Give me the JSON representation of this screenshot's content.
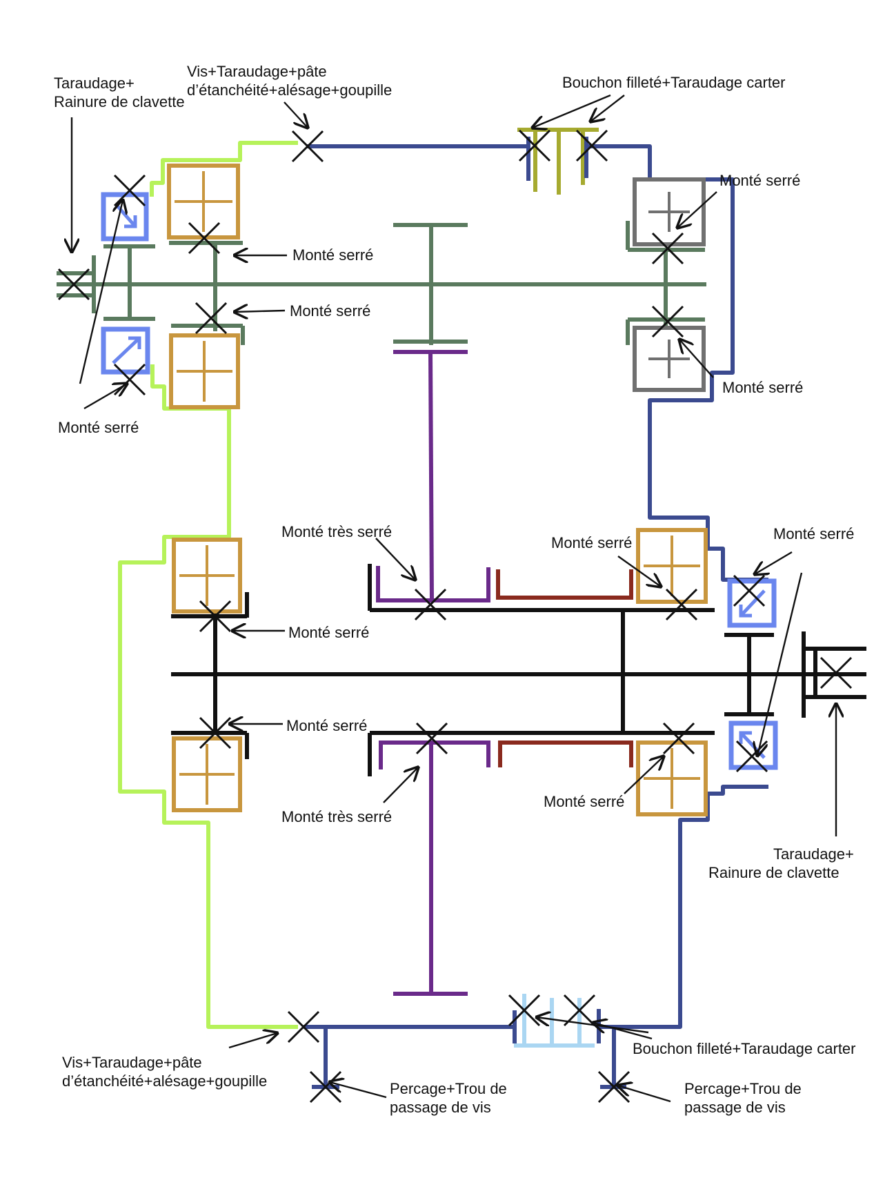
{
  "labels": {
    "taraudage_rainure_top": [
      "Taraudage+",
      "Rainure de clavette"
    ],
    "vis_top": [
      "Vis+Taraudage+pâte",
      "d’étanchéité+alésage+goupille"
    ],
    "bouchon_top": "Bouchon filleté+Taraudage carter",
    "monte_serre": "Monté serré",
    "monte_tres_serre": "Monté très serré",
    "taraudage_rainure_bottom": [
      "Taraudage+",
      "Rainure de clavette"
    ],
    "vis_bottom": [
      "Vis+Taraudage+pâte",
      "d’étanchéité+alésage+goupille"
    ],
    "bouchon_bottom": "Bouchon filleté+Taraudage carter",
    "percage": [
      "Percage+Trou de",
      "passage de vis"
    ]
  },
  "colors": {
    "casing_blue": "#3b4a8f",
    "casing_green": "#b6f25a",
    "shaft_green": "#5a7a5e",
    "shaft_black": "#111111",
    "gear_purple": "#6a2a8a",
    "spacer_red": "#8a2a1e",
    "bearing_gold": "#c8963e",
    "bearing_grey": "#707070",
    "seal_blue": "#6a86ee",
    "plug_olive": "#a6aa30",
    "plug_lightblue": "#aad6f2"
  },
  "icons": {
    "fit_mark": "x-cross-icon",
    "bearing": "bearing-cross-icon",
    "seal": "seal-arrow-icon"
  }
}
